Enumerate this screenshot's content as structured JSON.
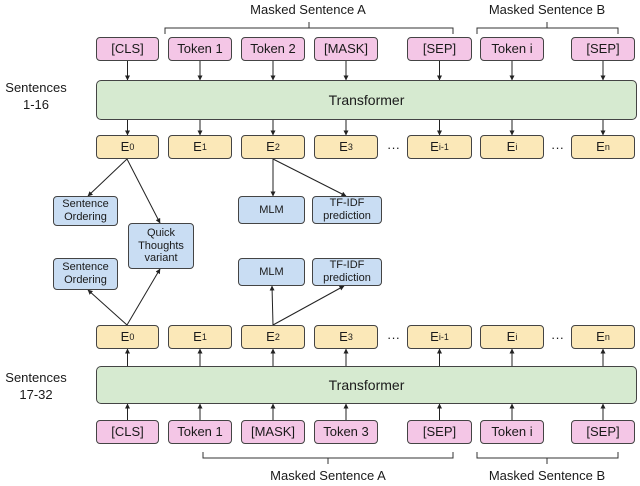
{
  "top": {
    "bracket_label_a": "Masked Sentence A",
    "bracket_label_b": "Masked Sentence B",
    "side_label": "Sentences\n1-16",
    "tokens": [
      "[CLS]",
      "Token 1",
      "Token 2",
      "[MASK]",
      "[SEP]",
      "Token i",
      "[SEP]"
    ],
    "transformer": "Transformer",
    "embeddings": [
      {
        "base": "E",
        "sub": "0"
      },
      {
        "base": "E",
        "sub": "1"
      },
      {
        "base": "E",
        "sub": "2"
      },
      {
        "base": "E",
        "sub": "3"
      },
      {
        "base": "E",
        "sub": "i-1"
      },
      {
        "base": "E",
        "sub": "i"
      },
      {
        "base": "E",
        "sub": "n"
      }
    ]
  },
  "ellipsis": "···",
  "tasks": {
    "sentence_ordering_top": "Sentence\nOrdering",
    "mlm_top": "MLM",
    "tfidf_top": "TF-IDF\nprediction",
    "quick_thoughts": "Quick\nThoughts\nvariant",
    "sentence_ordering_bottom": "Sentence\nOrdering",
    "mlm_bottom": "MLM",
    "tfidf_bottom": "TF-IDF\nprediction"
  },
  "bottom": {
    "bracket_label_a": "Masked Sentence A",
    "bracket_label_b": "Masked Sentence B",
    "side_label": "Sentences\n17-32",
    "tokens": [
      "[CLS]",
      "Token 1",
      "[MASK]",
      "Token 3",
      "[SEP]",
      "Token i",
      "[SEP]"
    ],
    "transformer": "Transformer",
    "embeddings": [
      {
        "base": "E",
        "sub": "0"
      },
      {
        "base": "E",
        "sub": "1"
      },
      {
        "base": "E",
        "sub": "2"
      },
      {
        "base": "E",
        "sub": "3"
      },
      {
        "base": "E",
        "sub": "i-1"
      },
      {
        "base": "E",
        "sub": "i"
      },
      {
        "base": "E",
        "sub": "n"
      }
    ]
  }
}
